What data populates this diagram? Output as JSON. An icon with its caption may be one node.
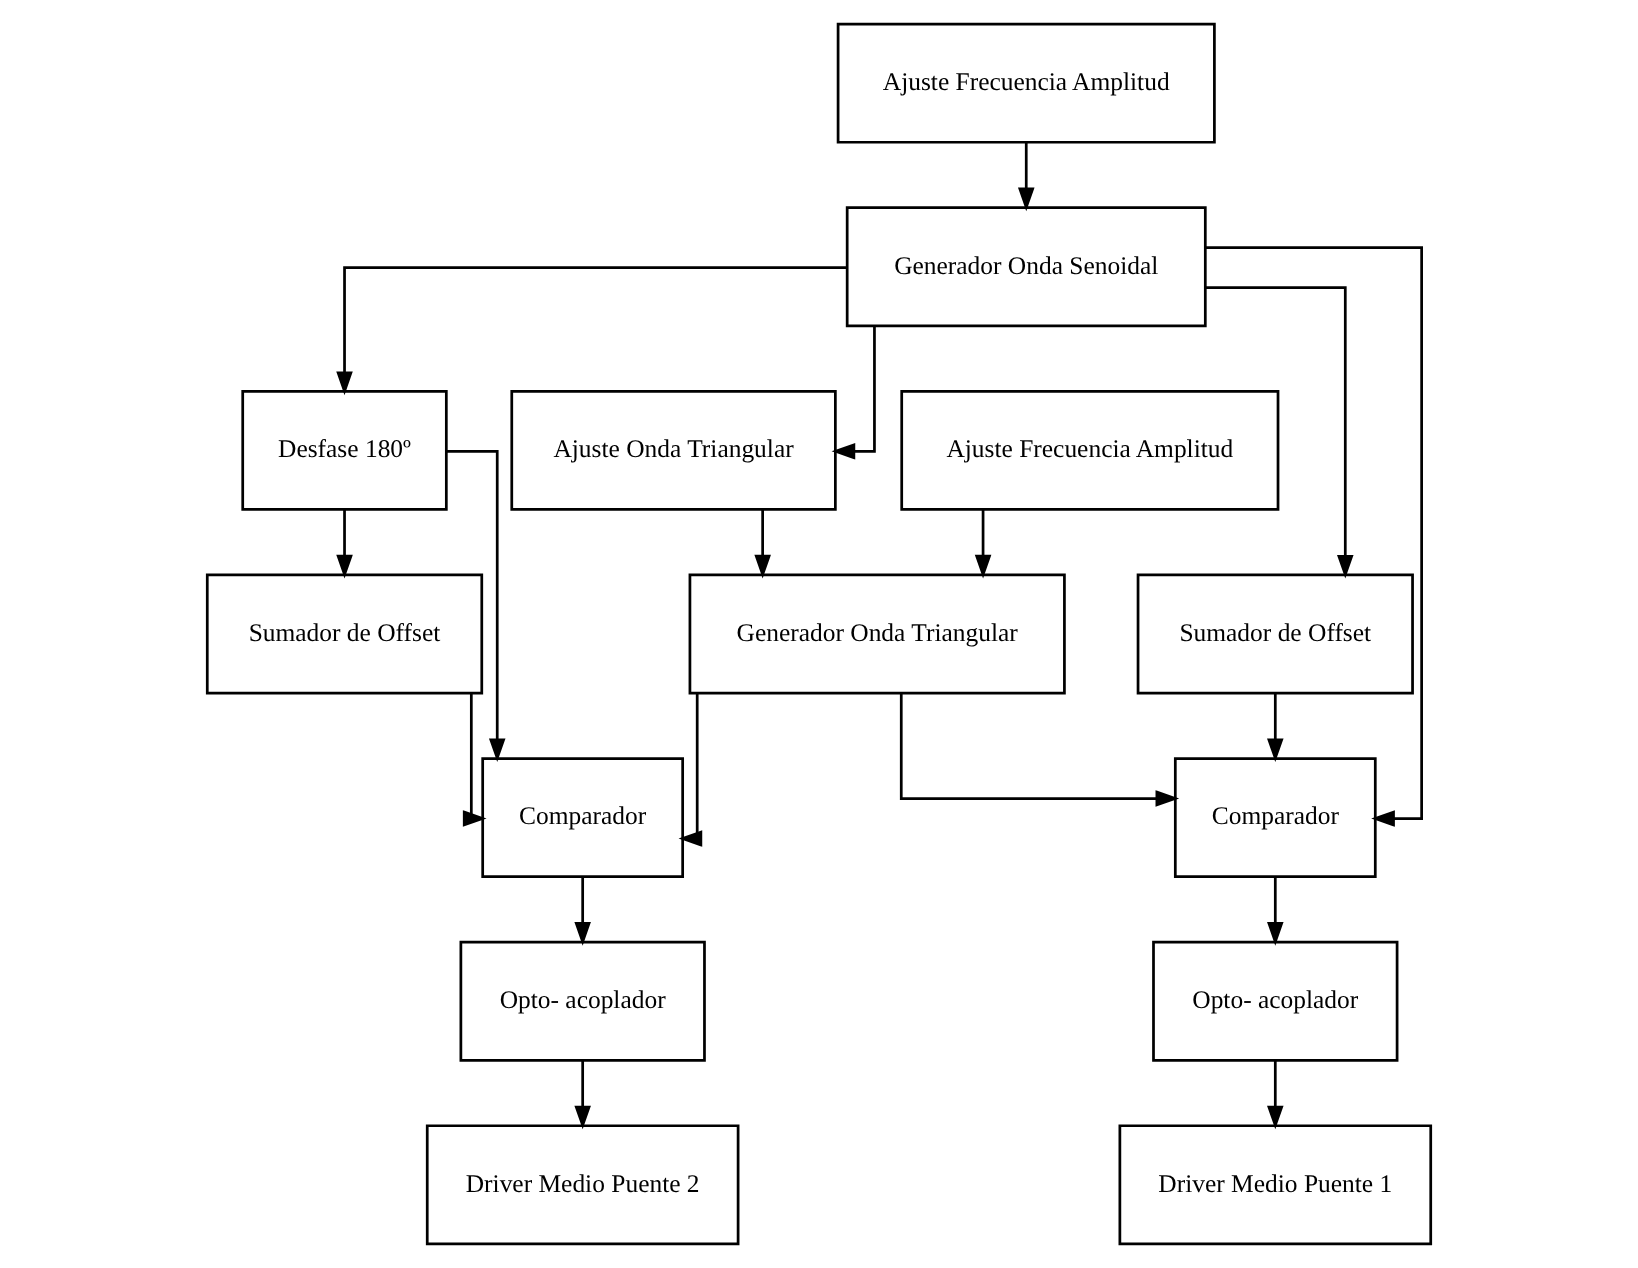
{
  "diagram": {
    "nodes": [
      {
        "text": [
          "Ajuste Frecuencia Amplitud"
        ]
      },
      {
        "text": [
          "Generador Onda Senoidal"
        ]
      },
      {
        "text": [
          "Desfase 180º"
        ]
      },
      {
        "text": [
          "Sumador de Offset"
        ]
      },
      {
        "text": [
          "Ajuste Onda Triangular"
        ]
      },
      {
        "text": [
          "Sumador de Offset"
        ]
      },
      {
        "text": [
          "Comparador"
        ]
      },
      {
        "text": [
          "Comparador"
        ]
      },
      {
        "text": [
          "Generador Onda Triangular"
        ]
      },
      {
        "text": [
          "Opto- acoplador"
        ]
      },
      {
        "text": [
          "Opto- acoplador"
        ]
      },
      {
        "text": [
          "Ajuste Frecuencia Amplitud"
        ]
      },
      {
        "text": [
          "Driver Medio Puente 1"
        ]
      },
      {
        "text": [
          "Driver Medio Puente 2"
        ]
      }
    ],
    "edges": [
      {
        "from": 0,
        "to": 1,
        "arrow": "to"
      },
      {
        "from": 1,
        "to": 2,
        "arrow": "to"
      },
      {
        "from": 2,
        "to": 3,
        "arrow": "to"
      },
      {
        "from": 1,
        "to": 4,
        "arrow": "to"
      },
      {
        "from": 1,
        "to": 5,
        "arrow": "to"
      },
      {
        "from": 1,
        "to": 6,
        "arrow": "to"
      },
      {
        "from": 5,
        "to": 6,
        "arrow": "to"
      },
      {
        "from": 2,
        "to": 7,
        "arrow": "to"
      },
      {
        "from": 3,
        "to": 7,
        "arrow": "to"
      },
      {
        "from": 4,
        "to": 8,
        "arrow": "to"
      },
      {
        "from": 8,
        "to": 6,
        "arrow": "to"
      },
      {
        "from": 8,
        "to": 7,
        "arrow": "to"
      },
      {
        "from": 11,
        "to": 8,
        "arrow": "to"
      },
      {
        "from": 6,
        "to": 9,
        "arrow": "to"
      },
      {
        "from": 7,
        "to": 10,
        "arrow": "to"
      },
      {
        "from": 9,
        "to": 12,
        "arrow": "to"
      },
      {
        "from": 10,
        "to": 13,
        "arrow": "to"
      }
    ]
  }
}
